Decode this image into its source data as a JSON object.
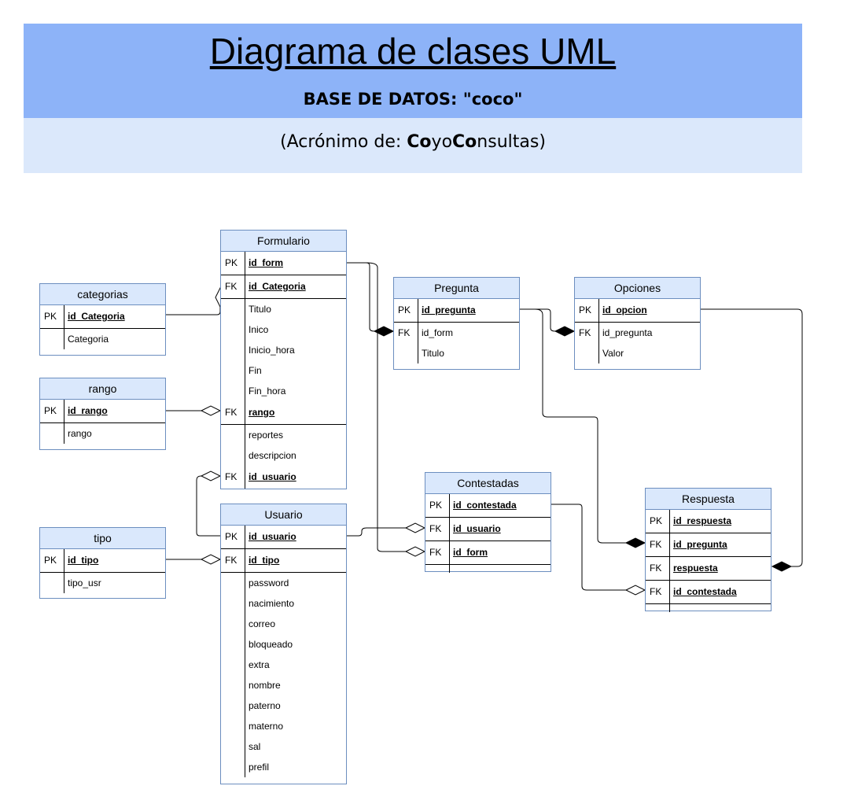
{
  "header": {
    "title": "Diagrama de clases UML",
    "subtitle": "BASE DE DATOS: \"coco\"",
    "acronym": {
      "prefix": "(Acrónimo de: ",
      "bold1": "Co",
      "mid": "yo",
      "bold2": "Co",
      "rest": "nsultas)"
    }
  },
  "colors": {
    "header_top": "#8db3f8",
    "header_bottom": "#dbe8fb",
    "table_header": "#dae8fc",
    "table_border": "#6c8ebf"
  },
  "tables": {
    "formulario": {
      "name": "Formulario",
      "rows": [
        {
          "type": "PK",
          "name": "id_form"
        },
        {
          "type": "FK",
          "name": "id_Categoria"
        },
        {
          "type": "",
          "name": "Titulo"
        },
        {
          "type": "",
          "name": "Inico"
        },
        {
          "type": "",
          "name": "Inicio_hora"
        },
        {
          "type": "",
          "name": "Fin"
        },
        {
          "type": "",
          "name": "Fin_hora"
        },
        {
          "type": "FK",
          "name": "rango"
        },
        {
          "type": "",
          "name": "reportes"
        },
        {
          "type": "",
          "name": "descripcion"
        },
        {
          "type": "FK",
          "name": "id_usuario"
        }
      ]
    },
    "categorias": {
      "name": "categorias",
      "rows": [
        {
          "type": "PK",
          "name": "id_Categoria"
        },
        {
          "type": "",
          "name": "Categoria"
        }
      ]
    },
    "rango": {
      "name": "rango",
      "rows": [
        {
          "type": "PK",
          "name": "id_rango"
        },
        {
          "type": "",
          "name": "rango"
        }
      ]
    },
    "tipo": {
      "name": "tipo",
      "rows": [
        {
          "type": "PK",
          "name": "id_tipo"
        },
        {
          "type": "",
          "name": "tipo_usr"
        }
      ]
    },
    "usuario": {
      "name": "Usuario",
      "rows": [
        {
          "type": "PK",
          "name": "id_usuario"
        },
        {
          "type": "FK",
          "name": "id_tipo"
        },
        {
          "type": "",
          "name": "password"
        },
        {
          "type": "",
          "name": "nacimiento"
        },
        {
          "type": "",
          "name": "correo"
        },
        {
          "type": "",
          "name": "bloqueado"
        },
        {
          "type": "",
          "name": "extra"
        },
        {
          "type": "",
          "name": "nombre"
        },
        {
          "type": "",
          "name": "paterno"
        },
        {
          "type": "",
          "name": "materno"
        },
        {
          "type": "",
          "name": "sal"
        },
        {
          "type": "",
          "name": "prefil"
        }
      ]
    },
    "pregunta": {
      "name": "Pregunta",
      "rows": [
        {
          "type": "PK",
          "name": "id_pregunta"
        },
        {
          "type": "FK",
          "name": "id_form"
        },
        {
          "type": "",
          "name": "Titulo"
        }
      ]
    },
    "opciones": {
      "name": "Opciones",
      "rows": [
        {
          "type": "PK",
          "name": "id_opcion"
        },
        {
          "type": "FK",
          "name": "id_pregunta"
        },
        {
          "type": "",
          "name": "Valor"
        }
      ]
    },
    "contestadas": {
      "name": "Contestadas",
      "rows": [
        {
          "type": "PK",
          "name": "id_contestada"
        },
        {
          "type": "FK",
          "name": "id_usuario"
        },
        {
          "type": "FK",
          "name": "id_form"
        }
      ]
    },
    "respuesta": {
      "name": "Respuesta",
      "rows": [
        {
          "type": "PK",
          "name": "id_respuesta"
        },
        {
          "type": "FK",
          "name": "id_pregunta"
        },
        {
          "type": "FK",
          "name": "respuesta"
        },
        {
          "type": "FK",
          "name": "id_contestada"
        }
      ]
    }
  }
}
